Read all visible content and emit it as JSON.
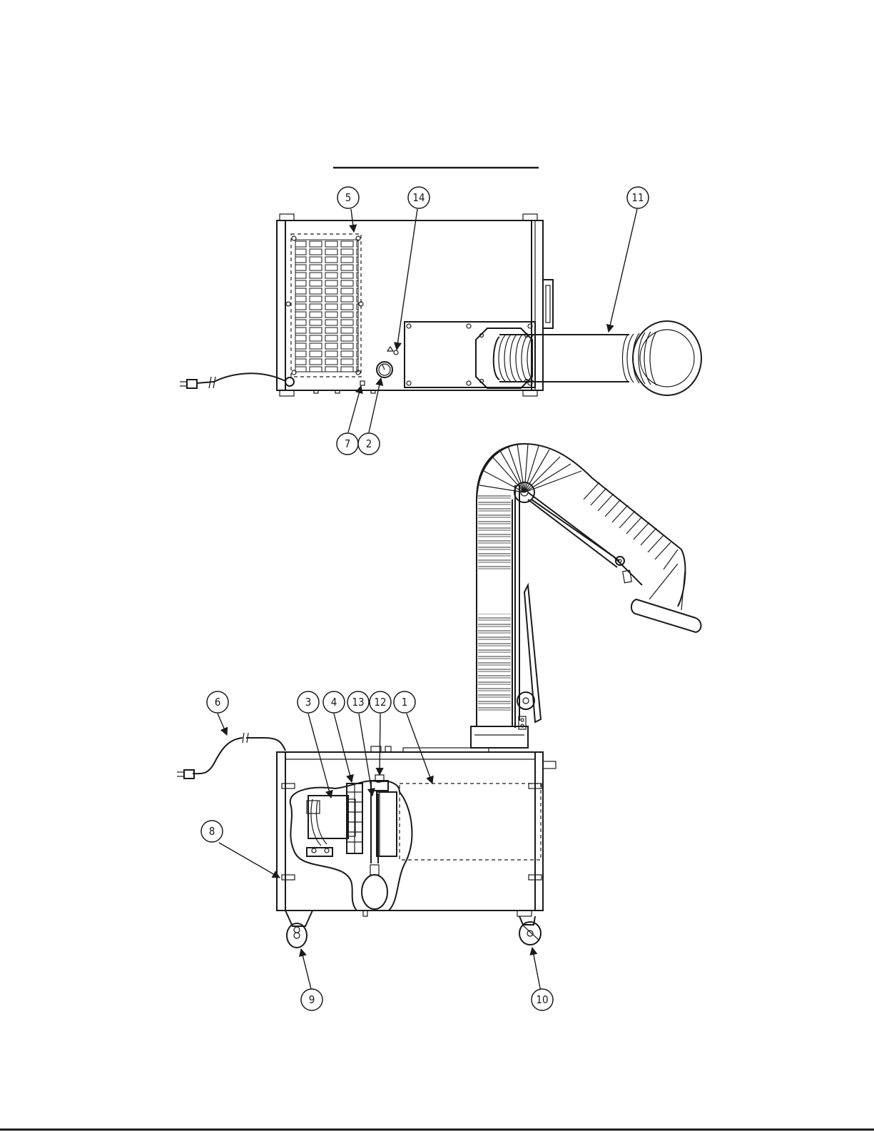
{
  "callouts": [
    {
      "label": "5"
    },
    {
      "label": "14"
    },
    {
      "label": "11"
    },
    {
      "label": "7"
    },
    {
      "label": "2"
    },
    {
      "label": "6"
    },
    {
      "label": "3"
    },
    {
      "label": "4"
    },
    {
      "label": "13"
    },
    {
      "label": "12"
    },
    {
      "label": "1"
    },
    {
      "label": "8"
    },
    {
      "label": "9"
    },
    {
      "label": "10"
    }
  ]
}
